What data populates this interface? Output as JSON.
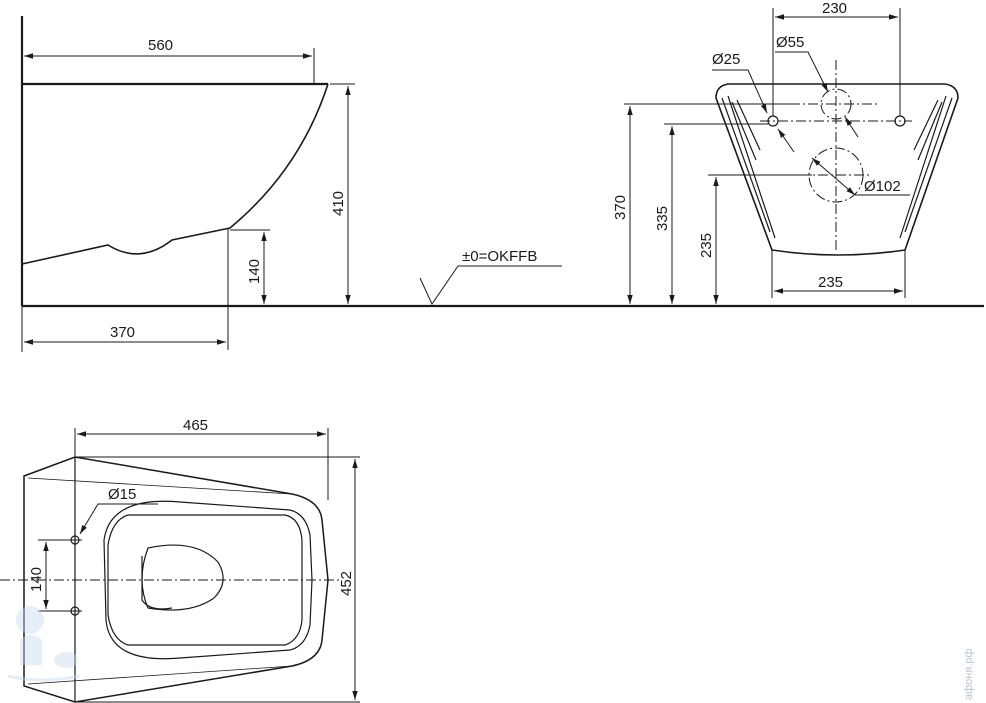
{
  "side_view": {
    "width_top": "560",
    "height": "410",
    "outlet_height": "140",
    "outlet_offset": "370"
  },
  "floor_label": "±0=OKFFB",
  "front_view": {
    "inlet_spacing": "230",
    "d_inlet_small": "Ø25",
    "d_inlet_large": "Ø55",
    "d_outlet": "Ø102",
    "h_inlet_small": "370",
    "h_inlet_large": "335",
    "h_outlet": "235",
    "base_width": "235"
  },
  "top_view": {
    "length": "465",
    "width": "452",
    "d_mount": "Ø15",
    "mount_spacing": "140"
  },
  "watermark": "aфоня.рф"
}
